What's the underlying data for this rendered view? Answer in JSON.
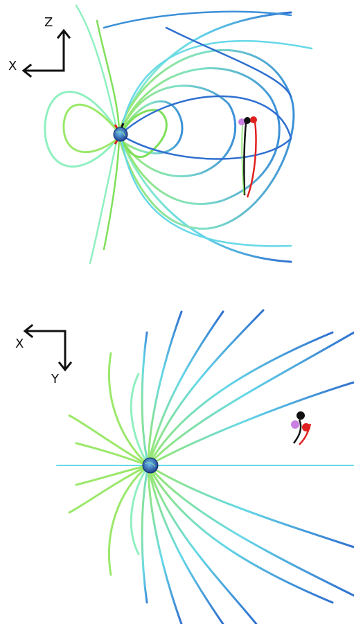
{
  "panels": [
    {
      "id": "xz-view",
      "axes": {
        "horizontal": "X",
        "vertical": "Z"
      },
      "planet_colors": [
        "#1f3f8f",
        "#4aa3d6"
      ],
      "field_line_colors": [
        "#7fe05a",
        "#8ff0c0",
        "#66d8e8",
        "#3b8fd8",
        "#2f6fd0"
      ],
      "marker_colors": [
        "#c87fe0",
        "#111111",
        "#e02020"
      ]
    },
    {
      "id": "xy-view",
      "axes": {
        "horizontal": "X",
        "vertical": "Y"
      },
      "planet_colors": [
        "#1f3f8f",
        "#4aa3d6"
      ],
      "field_line_colors": [
        "#7fe05a",
        "#8ff0c0",
        "#66d8e8",
        "#3b8fd8",
        "#2f6fd0"
      ],
      "marker_colors": [
        "#c87fe0",
        "#111111",
        "#e02020"
      ]
    }
  ]
}
